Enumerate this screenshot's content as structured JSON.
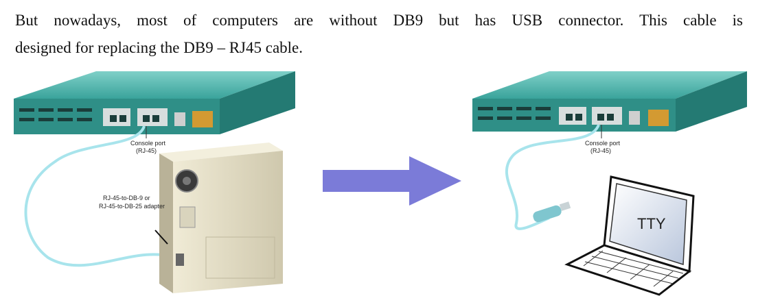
{
  "paragraph": {
    "line1": "But nowadays, most of computers are without DB9 but has USB connector. This cable is",
    "line2": "designed for replacing the DB9 – RJ45 cable."
  },
  "left_figure": {
    "console_port_label": "Console port",
    "console_port_type": "(RJ-45)",
    "adapter_label_1": "RJ-45-to-DB-9 or",
    "adapter_label_2": "RJ-45-to-DB-25 adapter"
  },
  "right_figure": {
    "console_port_label": "Console port",
    "console_port_type": "(RJ-45)",
    "screen_text": "TTY"
  },
  "colors": {
    "router_top": "#4fb5ad",
    "router_front": "#2f8f87",
    "cable": "#a8e4ec",
    "arrow": "#7b7bd8",
    "computer_case": "#e2dcc4"
  }
}
